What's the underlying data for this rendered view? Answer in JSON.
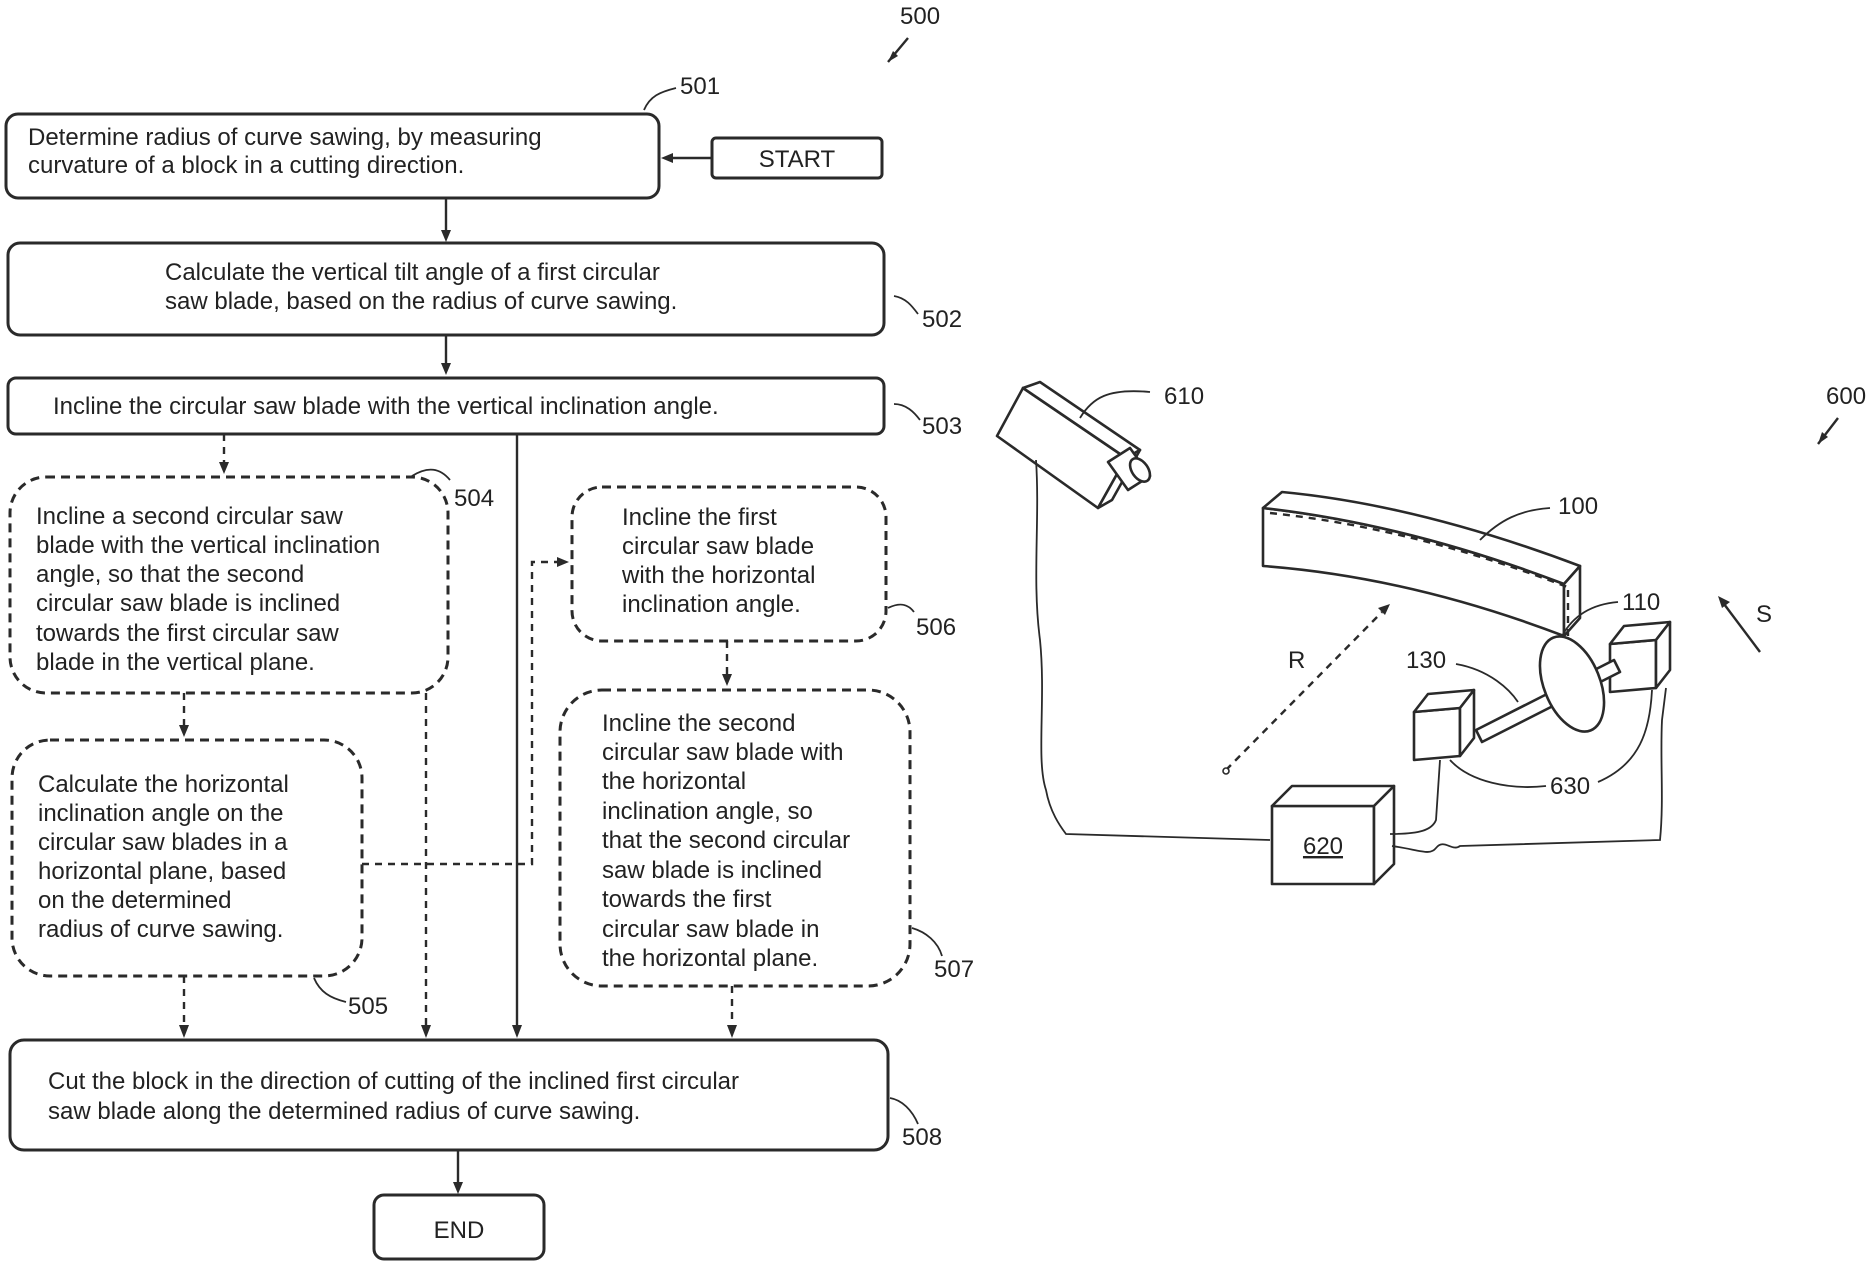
{
  "figure_refs": {
    "flowchart": "500",
    "system": "600"
  },
  "flowchart": {
    "start": "START",
    "end": "END",
    "steps": [
      {
        "ref": "501",
        "lines": [
          "Determine radius of curve sawing, by measuring",
          "curvature of a block in a cutting direction."
        ]
      },
      {
        "ref": "502",
        "lines": [
          "Calculate the vertical tilt angle of a first circular",
          "saw blade, based on the radius of curve sawing."
        ]
      },
      {
        "ref": "503",
        "lines": [
          "Incline the circular saw blade with the vertical inclination angle."
        ]
      },
      {
        "ref": "504",
        "lines": [
          "Incline a second circular saw",
          "blade with the vertical inclination",
          "angle, so that the second",
          "circular saw blade is inclined",
          "towards the first circular saw",
          "blade in the vertical plane."
        ]
      },
      {
        "ref": "505",
        "lines": [
          "Calculate the horizontal",
          "inclination angle on the",
          "circular saw blades in a",
          "horizontal plane, based",
          "on the determined",
          "radius of curve sawing."
        ]
      },
      {
        "ref": "506",
        "lines": [
          "Incline the first",
          "circular saw blade",
          "with the horizontal",
          "inclination angle."
        ]
      },
      {
        "ref": "507",
        "lines": [
          "Incline the second",
          "circular saw blade with",
          "the horizontal",
          "inclination angle, so",
          "that the second circular",
          "saw blade is inclined",
          "towards the first",
          "circular saw blade in",
          "the horizontal plane."
        ]
      },
      {
        "ref": "508",
        "lines": [
          "Cut the block in the direction of cutting of the inclined first circular",
          "saw blade along the determined radius of curve sawing."
        ]
      }
    ]
  },
  "system": {
    "camera": "610",
    "block": "100",
    "blade": "110",
    "shaft": "130",
    "motors": "630",
    "controller": "620",
    "radius": "R",
    "direction": "S"
  }
}
